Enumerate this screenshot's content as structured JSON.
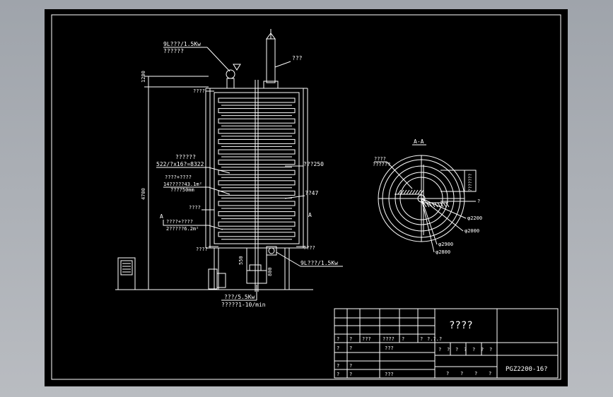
{
  "drawing": {
    "title_block_name": "????",
    "drawing_number": "PGZ2200-16?",
    "section_label": "A-A",
    "section_mark_left": "A",
    "section_mark_right": "A"
  },
  "annotations": {
    "top_fan_motor": "9L???/1.5Kw",
    "top_fan_note": "??????",
    "exhaust_label": "???",
    "inlet_label": "????",
    "dim_top_1200": "1200",
    "dim_height_4700": "4700",
    "plate_spec_title": "??????",
    "plate_spec_value": "522/?x16?=8322",
    "mid_label_1": "????+????",
    "mid_label_2": "14?????43.1m²",
    "mid_label_3": "????50mm",
    "left_label_4": "????",
    "bottom_label_1": "????+????",
    "bottom_label_2": "2?????6.2m²",
    "right_label_250": "???250",
    "right_label_47": "??47",
    "bottom_fan_motor": "9L???/1.5Kw",
    "outlet_left": "????",
    "outlet_right": "????",
    "dim_550": "550",
    "dim_800": "800",
    "drive_motor": "???/5.5Kw",
    "drive_speed": "?????1-10/min",
    "sec_left_label_1": "????",
    "sec_left_label_2": "??????",
    "sec_right_label_1": "???????",
    "sec_right_label_2": "?",
    "dia_2200": "φ2200",
    "dia_2000": "φ2000",
    "dia_2900": "φ2900",
    "dia_2800": "φ2800"
  },
  "title_block": {
    "row_a": [
      "?",
      "?",
      "???",
      "????",
      "?",
      "?",
      "?.?.?"
    ],
    "row_b": [
      "?",
      "?",
      "???"
    ],
    "row_c": [
      "?",
      "?"
    ],
    "row_d": [
      "?",
      "?",
      "???"
    ],
    "scale_row": [
      "?",
      "?",
      "?",
      "?",
      "?",
      "?",
      "?"
    ],
    "bottom_row": [
      "?",
      "?",
      "?",
      "?"
    ]
  }
}
